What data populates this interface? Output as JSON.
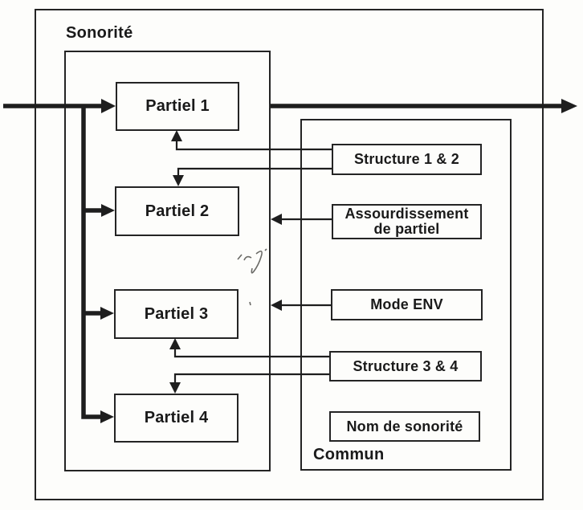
{
  "diagram": {
    "title_label": "Sonorité",
    "common_label": "Commun",
    "partials": [
      {
        "label": "Partiel 1"
      },
      {
        "label": "Partiel 2"
      },
      {
        "label": "Partiel 3"
      },
      {
        "label": "Partiel 4"
      }
    ],
    "common_params": [
      {
        "label": "Structure 1 & 2"
      },
      {
        "label": "Assourdissement de partiel"
      },
      {
        "label": "Mode ENV"
      },
      {
        "label": "Structure 3 & 4"
      },
      {
        "label": "Nom de sonorité"
      }
    ],
    "colors": {
      "ink": "#1e1e1e",
      "paper": "#fdfdfb"
    }
  }
}
